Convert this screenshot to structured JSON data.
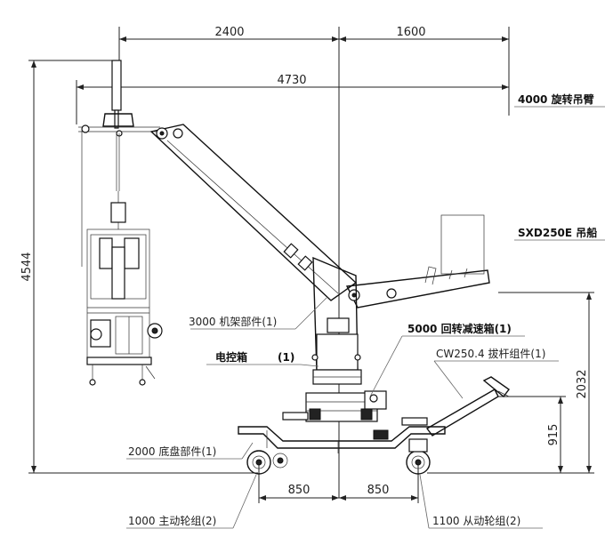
{
  "dimensions": {
    "top_left": "2400",
    "top_right": "1600",
    "overall_width": "4730",
    "overall_height": "4544",
    "pivot_height": "2032",
    "handle_height": "915",
    "wheel_left": "850",
    "wheel_right": "850"
  },
  "labels": {
    "arm": "4000 旋转吊臂",
    "cradle": "SXD250E 吊船",
    "frame": "3000 机架部件(1)",
    "control_box": "电控箱",
    "control_box_qty": "(1)",
    "slew_gear": "5000 回转减速箱(1)",
    "lever": "CW250.4 拔杆组件(1)",
    "chassis": "2000 底盘部件(1)",
    "drive_wheel": "1000 主动轮组(2)",
    "idle_wheel": "1100 从动轮组(2)"
  }
}
